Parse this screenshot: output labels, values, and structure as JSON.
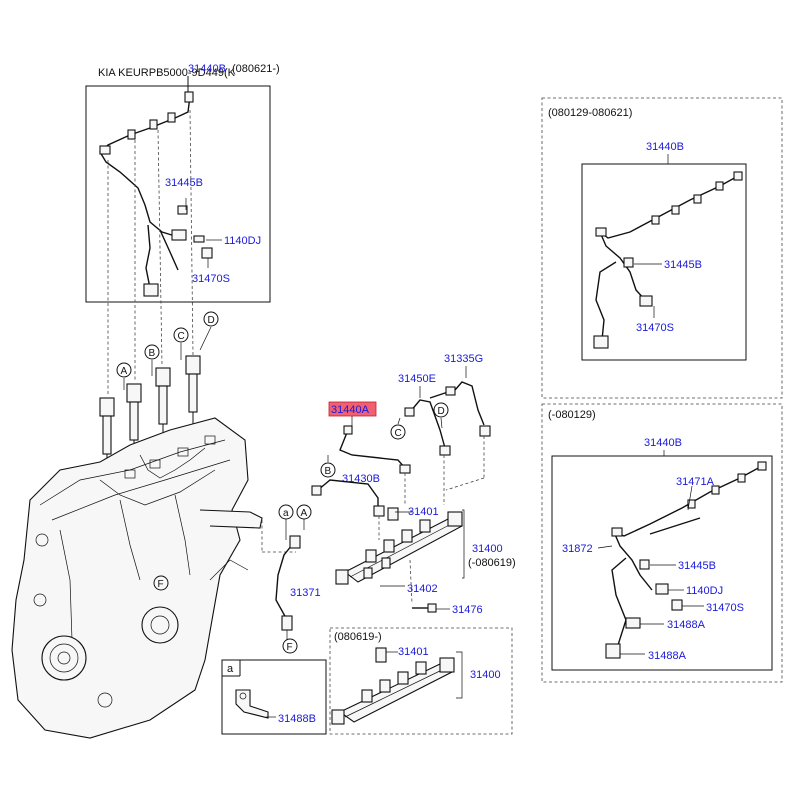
{
  "header": {
    "model_note": "KIA KEURPB5000-9D449(K",
    "main_harness_part": "31440B",
    "main_harness_date": "(080621-)"
  },
  "main_box": {
    "part_31445B": "31445B",
    "part_1140DJ": "1140DJ",
    "part_31470S": "31470S"
  },
  "injector_letters": [
    "A",
    "B",
    "C",
    "D"
  ],
  "center": {
    "highlighted_part": "31440A",
    "highlight_color": "#f06070",
    "part_31335G": "31335G",
    "part_31450E": "31450E",
    "part_31430B": "31430B",
    "part_31401": "31401",
    "part_31400": "31400",
    "part_31400_date": "(-080619)",
    "part_31402": "31402",
    "part_31476": "31476",
    "part_31371": "31371",
    "letter_a": "a",
    "letter_A": "A",
    "letter_B": "B",
    "letter_C": "C",
    "letter_D": "D",
    "letter_F": "F",
    "engine_letter_F": "F"
  },
  "rail_box": {
    "date": "(080619-)",
    "part_31401": "31401",
    "part_31400": "31400"
  },
  "bracket_box": {
    "letter": "a",
    "part_31488B": "31488B"
  },
  "right_top": {
    "date": "(080129-080621)",
    "part_31440B": "31440B",
    "part_31445B": "31445B",
    "part_31470S": "31470S"
  },
  "right_bottom": {
    "date": "(-080129)",
    "part_31440B": "31440B",
    "part_31471A": "31471A",
    "part_31872": "31872",
    "part_31445B": "31445B",
    "part_1140DJ": "1140DJ",
    "part_31470S": "31470S",
    "part_31488A_1": "31488A",
    "part_31488A_2": "31488A"
  },
  "colors": {
    "part_number": "#1a1adc",
    "line": "#111111",
    "dashed_border": "#444444"
  }
}
